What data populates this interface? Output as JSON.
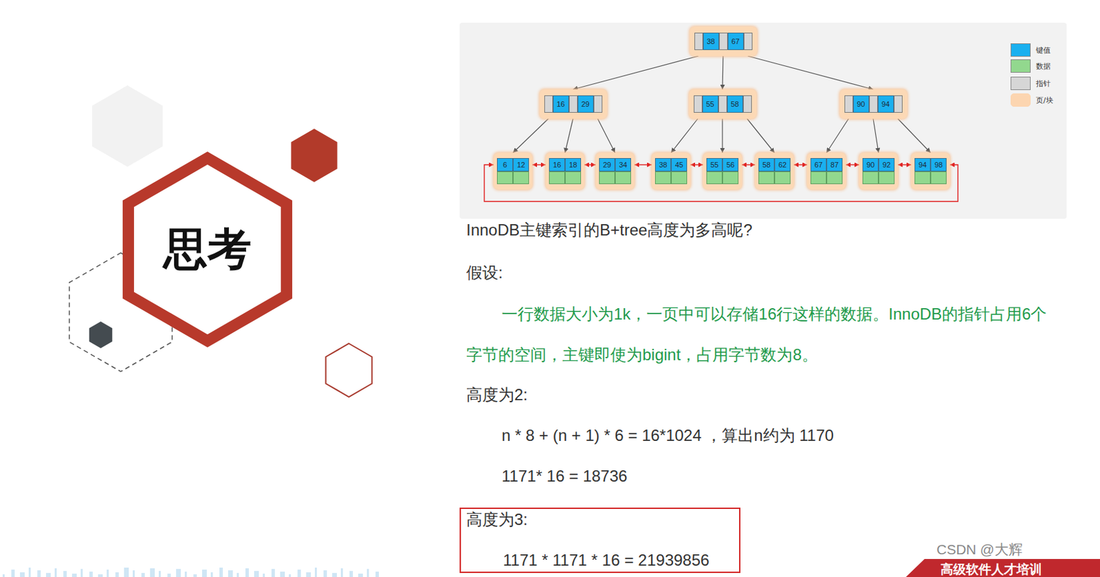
{
  "diagram": {
    "nodes": [
      {
        "text": [
          "思考"
        ]
      },
      {
        "text": [
          "38",
          "67"
        ]
      },
      {
        "text": [
          "16",
          "29"
        ]
      },
      {
        "text": [
          "55",
          "58"
        ]
      },
      {
        "text": [
          "90",
          "94"
        ]
      },
      {
        "text": [
          "6",
          "12"
        ]
      },
      {
        "text": [
          "16",
          "18"
        ]
      },
      {
        "text": [
          "29",
          "34"
        ]
      },
      {
        "text": [
          "38",
          "45"
        ]
      },
      {
        "text": [
          "55",
          "56"
        ]
      },
      {
        "text": [
          "58",
          "62"
        ]
      },
      {
        "text": [
          "67",
          "87"
        ]
      },
      {
        "text": [
          "90",
          "92"
        ]
      },
      {
        "text": [
          "94",
          "98"
        ]
      },
      {
        "text": [
          "高度为3:",
          "1171 * 1171 * 16 = 21939856"
        ]
      }
    ],
    "edges": [
      {
        "from": 1,
        "to": 2,
        "arrow": "to"
      },
      {
        "from": 1,
        "to": 3,
        "arrow": "to"
      },
      {
        "from": 1,
        "to": 4,
        "arrow": "to"
      },
      {
        "from": 2,
        "to": 5,
        "arrow": "to"
      },
      {
        "from": 2,
        "to": 6,
        "arrow": "to"
      },
      {
        "from": 2,
        "to": 7,
        "arrow": "to"
      },
      {
        "from": 3,
        "to": 8,
        "arrow": "to"
      },
      {
        "from": 3,
        "to": 9,
        "arrow": "to"
      },
      {
        "from": 3,
        "to": 10,
        "arrow": "to"
      },
      {
        "from": 4,
        "to": 11,
        "arrow": "to"
      },
      {
        "from": 4,
        "to": 12,
        "arrow": "to"
      },
      {
        "from": 4,
        "to": 13,
        "arrow": "to"
      },
      {
        "from": 5,
        "to": 6,
        "arrow": "both"
      },
      {
        "from": 6,
        "to": 7,
        "arrow": "both"
      },
      {
        "from": 7,
        "to": 8,
        "arrow": "both"
      },
      {
        "from": 8,
        "to": 9,
        "arrow": "both"
      },
      {
        "from": 9,
        "to": 10,
        "arrow": "both"
      },
      {
        "from": 10,
        "to": 11,
        "arrow": "both"
      },
      {
        "from": 11,
        "to": 12,
        "arrow": "both"
      },
      {
        "from": 12,
        "to": 13,
        "arrow": "both"
      },
      {
        "from": 13,
        "to": 5,
        "arrow": "both"
      }
    ],
    "labels": [
      "InnoDB主键索引的B+tree高度为多高呢?",
      "假设:",
      "一行数据大小为1k，一页中可以存储16行这样的数据。InnoDB的指针占用6个字节的空间，主键即使为bigint，占用字节数为8。",
      "高度为2:",
      "n * 8 + (n + 1) * 6 = 16*1024 ，算出n约为 1170",
      "1171* 16 = 18736",
      "CSDN @大辉",
      "高级软件人才培训"
    ],
    "legend": [
      {
        "text": "键值",
        "color": "#1ab0ef"
      },
      {
        "text": "数据",
        "color": "#92d88e"
      },
      {
        "text": "指针",
        "color": "#d6d6d6"
      },
      {
        "text": "页/块",
        "color": "#fcd5b0"
      }
    ]
  }
}
